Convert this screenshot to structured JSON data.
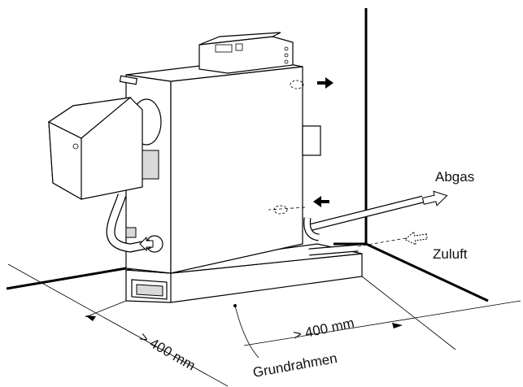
{
  "labels": {
    "abgas": "Abgas",
    "zuluft": "Zuluft",
    "dim_left": "> 400 mm",
    "dim_right": "> 400 mm",
    "grundrahmen": "Grundrahmen"
  },
  "icons": {
    "exhaust_arrow": "outline-arrow",
    "intake_arrow": "dashed-outline-arrow",
    "direction_arrow": "solid-black-arrow"
  }
}
